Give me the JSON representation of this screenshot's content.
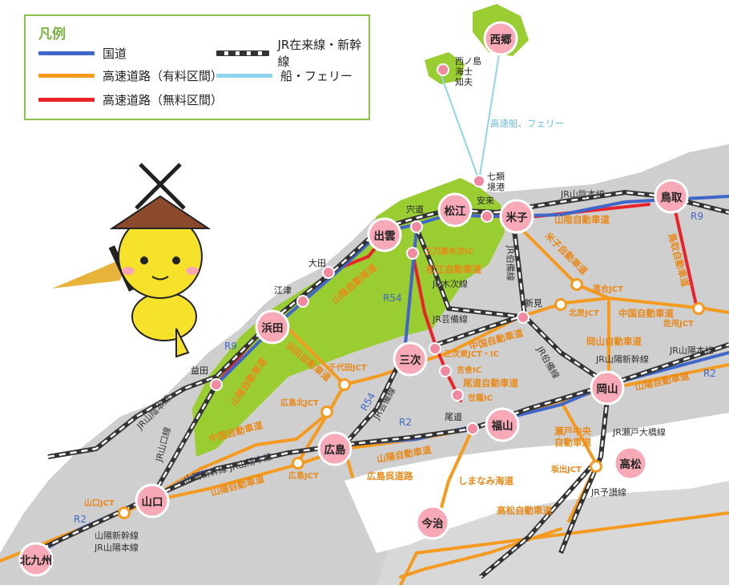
{
  "legend": {
    "title": "凡例",
    "items": [
      {
        "id": "national",
        "label": "国道",
        "color": "#3f66c8"
      },
      {
        "id": "toll",
        "label": "高速道路（有料区間）",
        "color": "#f39a1f"
      },
      {
        "id": "free",
        "label": "高速道路（無料区間）",
        "color": "#e8232a"
      },
      {
        "id": "rail",
        "label": "JR在来線・新幹線",
        "color": "#333333"
      },
      {
        "id": "ferry",
        "label": "船・フェリー",
        "color": "#8fd3ee"
      }
    ]
  },
  "colors": {
    "land": "#cfcfcf",
    "shimane": "#9acd32",
    "sea": "#ffffff",
    "national": "#3f66c8",
    "toll": "#f39a1f",
    "free": "#e8232a",
    "rail": "#333333",
    "ferry": "#8fd3ee",
    "city_major": "#f7a9b8",
    "city_minor": "#ef8aa1",
    "jct": "#f39a1f"
  },
  "cities_major": [
    {
      "id": "saigo",
      "name": "西郷"
    },
    {
      "id": "matsue",
      "name": "松江"
    },
    {
      "id": "yonago",
      "name": "米子"
    },
    {
      "id": "tottori",
      "name": "鳥取"
    },
    {
      "id": "izumo",
      "name": "出雲"
    },
    {
      "id": "hamada",
      "name": "浜田"
    },
    {
      "id": "miyoshi",
      "name": "三次"
    },
    {
      "id": "okayama",
      "name": "岡山"
    },
    {
      "id": "hiroshima",
      "name": "広島"
    },
    {
      "id": "fukuyama",
      "name": "福山"
    },
    {
      "id": "takamatsu",
      "name": "高松"
    },
    {
      "id": "yamaguchi",
      "name": "山口"
    },
    {
      "id": "imabari",
      "name": "今治"
    },
    {
      "id": "kitakyushu",
      "name": "北九州"
    }
  ],
  "labels": {
    "nishinoshima": "西ノ島",
    "ama": "海士",
    "chibu": "知夫",
    "shichirui": "七類",
    "sakaiminato": "境港",
    "yasugi": "安来",
    "shinji": "宍道",
    "ota": "大田",
    "gotsu": "江津",
    "masuda": "益田",
    "shinmi": "新見",
    "onomichi": "尾道",
    "ferry_route": "高速船、フェリー",
    "r9_east": "R9",
    "r9_west": "R9",
    "r54": "R54",
    "r54_south": "R54",
    "r2_east": "R2",
    "r2_mid": "R2",
    "r2_west": "R2",
    "sanin_line": "JR山陰本線",
    "sanin_line_west": "JR山陰本線",
    "hakubi": "JR伯備線",
    "hakubi_south": "JR伯備線",
    "kisuki": "JR木次線",
    "geibi": "JR芸備線",
    "geibi_south": "JR芸備線",
    "sanyo_shinkansen": "JR山陽新幹線",
    "sanyo_honsen": "JR山陽本線",
    "sanyo_west": "山陽新幹線 JR山陽本線",
    "sanyo_kita": "山陽新幹線",
    "sanyo_kita2": "JR山陽本線",
    "yamaguchi_line": "JR山口線",
    "seto_ohashi": "JR瀬戸大橋線",
    "yosan": "JR予讃線",
    "sanin_exp": "山陰自動車道",
    "sanin_exp_west": "山陰自動車道",
    "sanin_exp_south": "山陰自動車道",
    "yonago_exp": "米子自動車道",
    "tottori_exp": "鳥取自動車道",
    "matsue_exp": "松江自動車道",
    "chugoku_exp": "中国自動車道",
    "chugoku_exp_mid": "中国自動車道",
    "chugoku_exp_west": "中国自動車道",
    "okayama_exp": "岡山自動車道",
    "hamada_exp": "浜田自動車道",
    "onomichi_exp": "尾道自動車道",
    "sanyo_exp": "山陽自動車道",
    "sanyo_exp_mid": "山陽自動車道",
    "sanyo_exp_west": "山陽自動車道",
    "hiroshima_kure": "広島呉道路",
    "shimanami": "しまなみ海道",
    "takamatsu_exp": "高松自動車道",
    "setochuo": "瀬戸中央\n自動車道",
    "mitoya": "三刀屋木次IC",
    "miyoshihigashi": "三次東JCT・IC",
    "kisa": "吉舎IC",
    "sera": "世羅IC",
    "ochiai": "落合JCT",
    "hokubo": "北房JCT",
    "sayo": "佐用JCT",
    "chiyoda": "千代田JCT",
    "hiroshimakita": "広島北JCT",
    "hiroshima_jct": "広島JCT",
    "yamaguchi_jct": "山口JCT",
    "sakaide": "坂出JCT"
  }
}
